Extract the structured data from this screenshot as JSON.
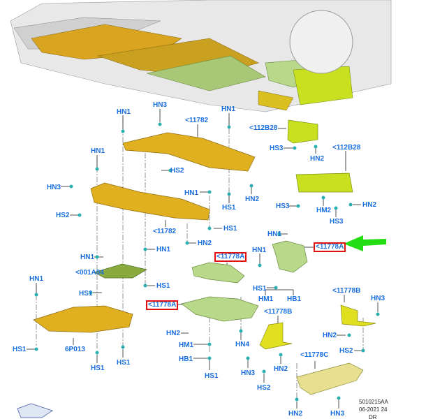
{
  "labels": [
    "HN1",
    "HN3",
    "<11782",
    "HN1",
    "<112B28",
    "HN1",
    "HS2",
    "HS3",
    "HN2",
    "<112B28",
    "HN3",
    "HN1",
    "HN2",
    "HS2",
    "HS1",
    "HS3",
    "HM2",
    "HN2",
    "<11782",
    "HS1",
    "HS3",
    "HN2",
    "HN1",
    "<11778A",
    "HN1",
    "HN1",
    "HN1",
    "<11778A",
    "<001A04",
    "HS1",
    "HN1",
    "HS1",
    "HS1",
    "HM1",
    "HB1",
    "<11778B",
    "HN3",
    "<11778A",
    "<11778B",
    "HN2",
    "HN2",
    "HM1",
    "HN4",
    "HS1",
    "6P013",
    "HS2",
    "HB1",
    "HS1",
    "HS1",
    "<11778C",
    "HN3",
    "HN2",
    "HS1",
    "HS2",
    "HN2",
    "HN3"
  ],
  "footer": {
    "code": "5010215AA",
    "date": "06-2021 24",
    "initials": "DR"
  },
  "colors": {
    "label": "#1a6fe0",
    "highlight_box": "#e01010",
    "pointer_arrow": "#22dd11",
    "part_yellow": "#d9a520",
    "part_green": "#b8d88a",
    "part_lime": "#c8e020"
  }
}
